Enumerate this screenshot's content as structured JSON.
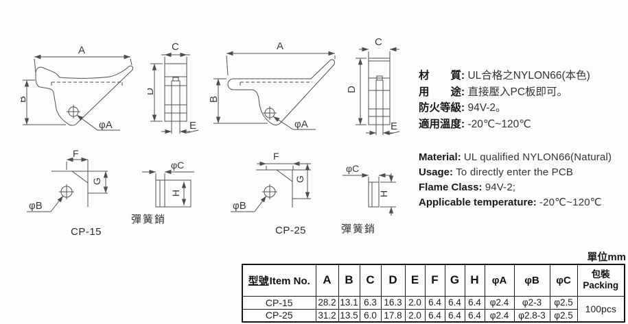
{
  "colors": {
    "line": "#4d4d4d",
    "text": "#1f1f1f",
    "table_border": "#1a1a1a",
    "background": "#fdfdfd"
  },
  "labels": {
    "dim_a": "A",
    "dim_b": "B",
    "dim_c": "C",
    "dim_d": "D",
    "dim_e": "E",
    "dim_f": "F",
    "dim_g": "G",
    "dim_h": "H",
    "phi_a": "φA",
    "phi_b": "φB",
    "phi_c": "φC",
    "cp15": "CP-15",
    "cp25": "CP-25",
    "spring_pin": "彈簧銷"
  },
  "specs_zh": {
    "lines": [
      {
        "label": "材　　質:",
        "value": "UL合格之NYLON66(本色)"
      },
      {
        "label": "用　　途:",
        "value": "直接壓入PC板即可。"
      },
      {
        "label": "防火等級:",
        "value": "94V-2。"
      },
      {
        "label": "適用溫度:",
        "value": "-20℃~120℃"
      }
    ]
  },
  "specs_en": {
    "lines": [
      {
        "label": "Material:",
        "value": "UL qualified NYLON66(Natural)"
      },
      {
        "label": "Usage:",
        "value": "To directly enter the PCB"
      },
      {
        "label": "Flame Class:",
        "value": "94V-2;"
      },
      {
        "label": "Applicable temperature:",
        "value": "-20℃~120℃"
      }
    ]
  },
  "table": {
    "unit": "單位mm",
    "item_header_zh": "型號",
    "item_header_en": "Item No.",
    "dim_headers": [
      "A",
      "B",
      "C",
      "D",
      "E",
      "F",
      "G",
      "H",
      "φA",
      "φB",
      "φC"
    ],
    "packing_zh": "包裝",
    "packing_en": "Packing",
    "packing_value": "100pcs",
    "rows": [
      {
        "item": "CP-15",
        "values": [
          "28.2",
          "13.1",
          "6.3",
          "16.3",
          "2.0",
          "6.4",
          "6.4",
          "6.4",
          "φ2.4",
          "φ2-3",
          "φ2.5"
        ]
      },
      {
        "item": "CP-25",
        "values": [
          "31.2",
          "13.5",
          "6.0",
          "17.8",
          "2.0",
          "6.4",
          "6.4",
          "6.4",
          "φ2.4",
          "φ2.8-3",
          "φ2.5"
        ]
      }
    ]
  }
}
